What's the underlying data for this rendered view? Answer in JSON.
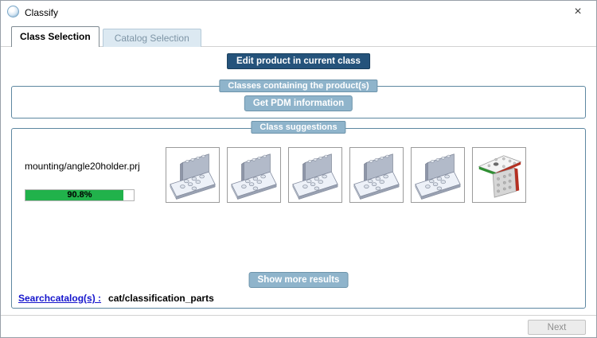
{
  "window": {
    "title": "Classify",
    "close_glyph": "×"
  },
  "tabs": {
    "class_selection": "Class Selection",
    "catalog_selection": "Catalog Selection"
  },
  "buttons": {
    "edit_product": "Edit product in current class",
    "get_pdm_info": "Get PDM information",
    "show_more_results": "Show more results",
    "next": "Next"
  },
  "group_labels": {
    "classes_containing": "Classes containing the product(s)",
    "class_suggestions": "Class suggestions"
  },
  "suggestion": {
    "project_name": "mounting/angle20holder.prj",
    "confidence_label": "90.8%",
    "confidence_percent": 90.8,
    "thumbnails": [
      {
        "name": "angle-bracket-1",
        "icon": "angle-bracket-icon",
        "variant": "bracket-gray"
      },
      {
        "name": "angle-bracket-2",
        "icon": "angle-bracket-icon",
        "variant": "bracket-gray"
      },
      {
        "name": "angle-bracket-3",
        "icon": "angle-bracket-icon",
        "variant": "bracket-gray"
      },
      {
        "name": "angle-bracket-4",
        "icon": "angle-bracket-icon",
        "variant": "bracket-gray"
      },
      {
        "name": "angle-bracket-5",
        "icon": "angle-bracket-icon",
        "variant": "bracket-gray"
      },
      {
        "name": "angle-bracket-highlighted",
        "icon": "angle-bracket-highlighted-icon",
        "variant": "bracket-colored"
      }
    ]
  },
  "footer": {
    "search_catalogs_link": "Searchcatalog(s) :",
    "search_catalogs_value": "cat/classification_parts"
  },
  "icons": {
    "window_icon": "sphere-icon",
    "close_icon": "close-icon"
  },
  "colors": {
    "accent_dark_blue": "#25537b",
    "accent_light_blue": "#8fb4cb",
    "groupbox_border": "#5d87a1",
    "progress_green": "#21b24b",
    "link_blue": "#1414cc",
    "inactive_tab_bg": "#dce9f2",
    "highlight_red": "#b53022",
    "highlight_green": "#2f8f33"
  }
}
